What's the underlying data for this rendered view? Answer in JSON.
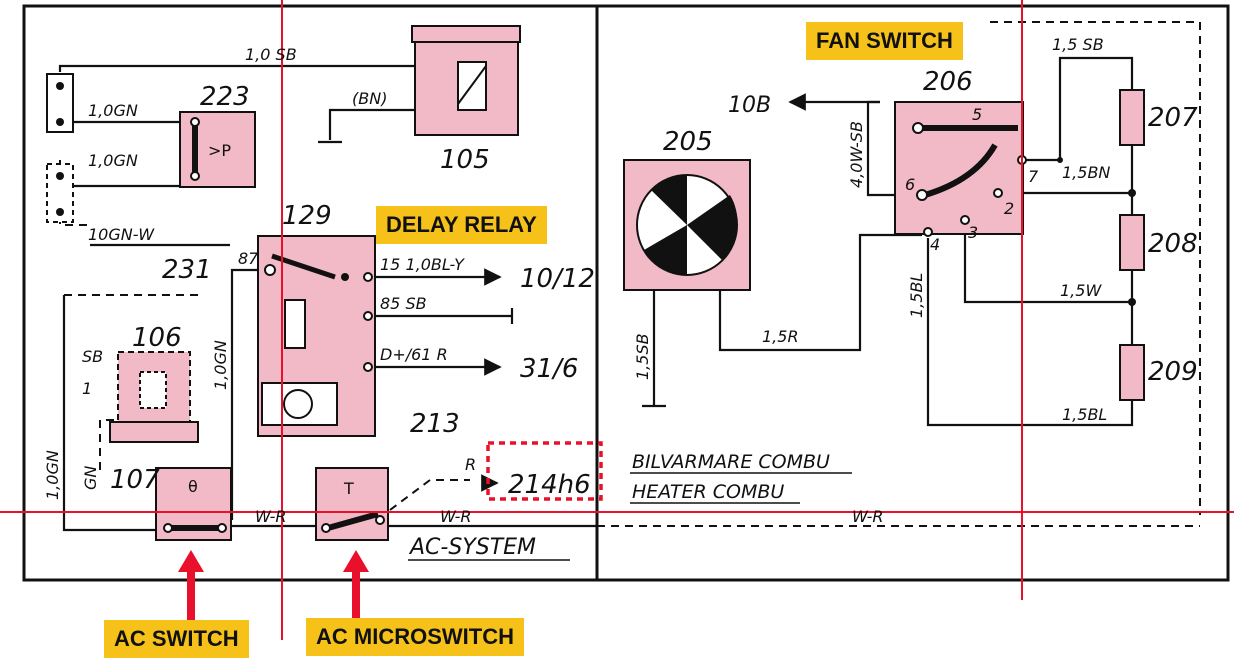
{
  "callouts": {
    "fan_switch": "FAN SWITCH",
    "delay_relay": "DELAY RELAY",
    "ac_switch": "AC SWITCH",
    "ac_microswitch": "AC MICROSWITCH"
  },
  "components": {
    "c105": "105",
    "c106": "106",
    "c107": "107",
    "c129": "129",
    "c205": "205",
    "c206": "206",
    "c207": "207",
    "c208": "208",
    "c209": "209",
    "c213": "213",
    "c223": "223",
    "c231": "231"
  },
  "wires": {
    "w_1_0_sb": "1,0 SB",
    "w_bn": "(BN)",
    "w_1_0_gn_a": "1,0GN",
    "w_1_0_gn_b": "1,0GN",
    "w_10gn_w": "10GN-W",
    "w_15_bl_y": "15  1,0BL-Y",
    "w_85_sb": "85   SB",
    "w_d61_r": "D+/61    R",
    "w_87": "87",
    "w_sb_106": "SB",
    "w_1_0_gn_v": "1,0GN",
    "w_1_0_gn_left": "1,0GN",
    "w_gn": "GN",
    "w_wr_1": "W-R",
    "w_wr_2": "W-R",
    "w_wr_3": "W-R",
    "w_r": "R",
    "w_4_0_w_sb": "4,0W-SB",
    "w_1_5_sb_top": "1,5 SB",
    "w_1_5_bn": "1,5BN",
    "w_1_5_w": "1,5W",
    "w_1_5_bl_v": "1,5BL",
    "w_1_5_bl_bottom": "1,5BL",
    "w_1_5_sb_v": "1,5SB",
    "w_1_5_r": "1,5R"
  },
  "terminals": {
    "dest_10_12": "10/12",
    "dest_31_6": "31/6",
    "dest_10b": "10B",
    "dest_214": "214h6",
    "p_label": ">P",
    "t_label": "T",
    "theta_label": "θ",
    "pin_5": "5",
    "pin_7": "7",
    "pin_6": "6",
    "pin_2": "2",
    "pin_4": "4",
    "pin_3": "3",
    "pin_1": "1"
  },
  "notes": {
    "bilvarmare": "BILVARMARE COMBU",
    "heater": "HEATER COMBU",
    "ac_system": "AC-SYSTEM"
  },
  "colors": {
    "component_fill": "#f2b9c7",
    "highlight_red": "#e8102a",
    "callout_yellow": "#f6c21a",
    "wire": "#1a1a1a"
  }
}
